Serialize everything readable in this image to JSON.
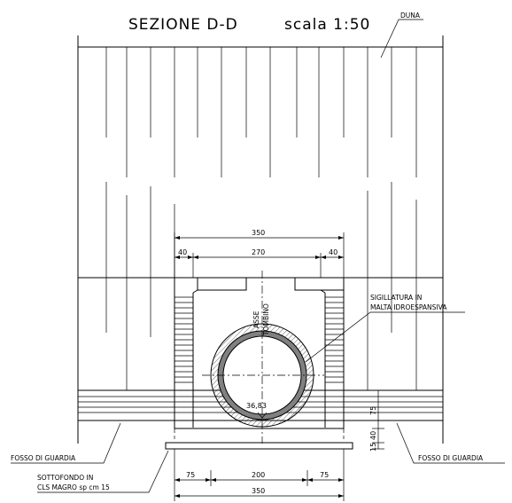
{
  "title": {
    "section": "SEZIONE D-D",
    "scale": "scala 1:50"
  },
  "labels": {
    "duna": "DUNA",
    "sigillatura_1": "SIGILLATURA IN",
    "sigillatura_2": "MALTA IDROESPANSIVA",
    "asse_1": "ASSE",
    "asse_2": "TOMBINO",
    "fosso_left": "FOSSO DI GUARDIA",
    "fosso_right": "FOSSO DI GUARDIA",
    "sottofondo_1": "SOTTOFONDO IN",
    "sottofondo_2": "CLS MAGRO sp cm 15",
    "level": "36,83"
  },
  "dimensions": {
    "top_total": "350",
    "top_left": "40",
    "top_mid": "270",
    "top_right": "40",
    "bottom_left": "75",
    "bottom_mid": "200",
    "bottom_right": "75",
    "bottom_total": "350",
    "vertical_75": "75",
    "vertical_40": "40",
    "vertical_15": "15"
  },
  "colors": {
    "line": "#000000",
    "pipe_fill": "#808080",
    "background": "#ffffff"
  }
}
